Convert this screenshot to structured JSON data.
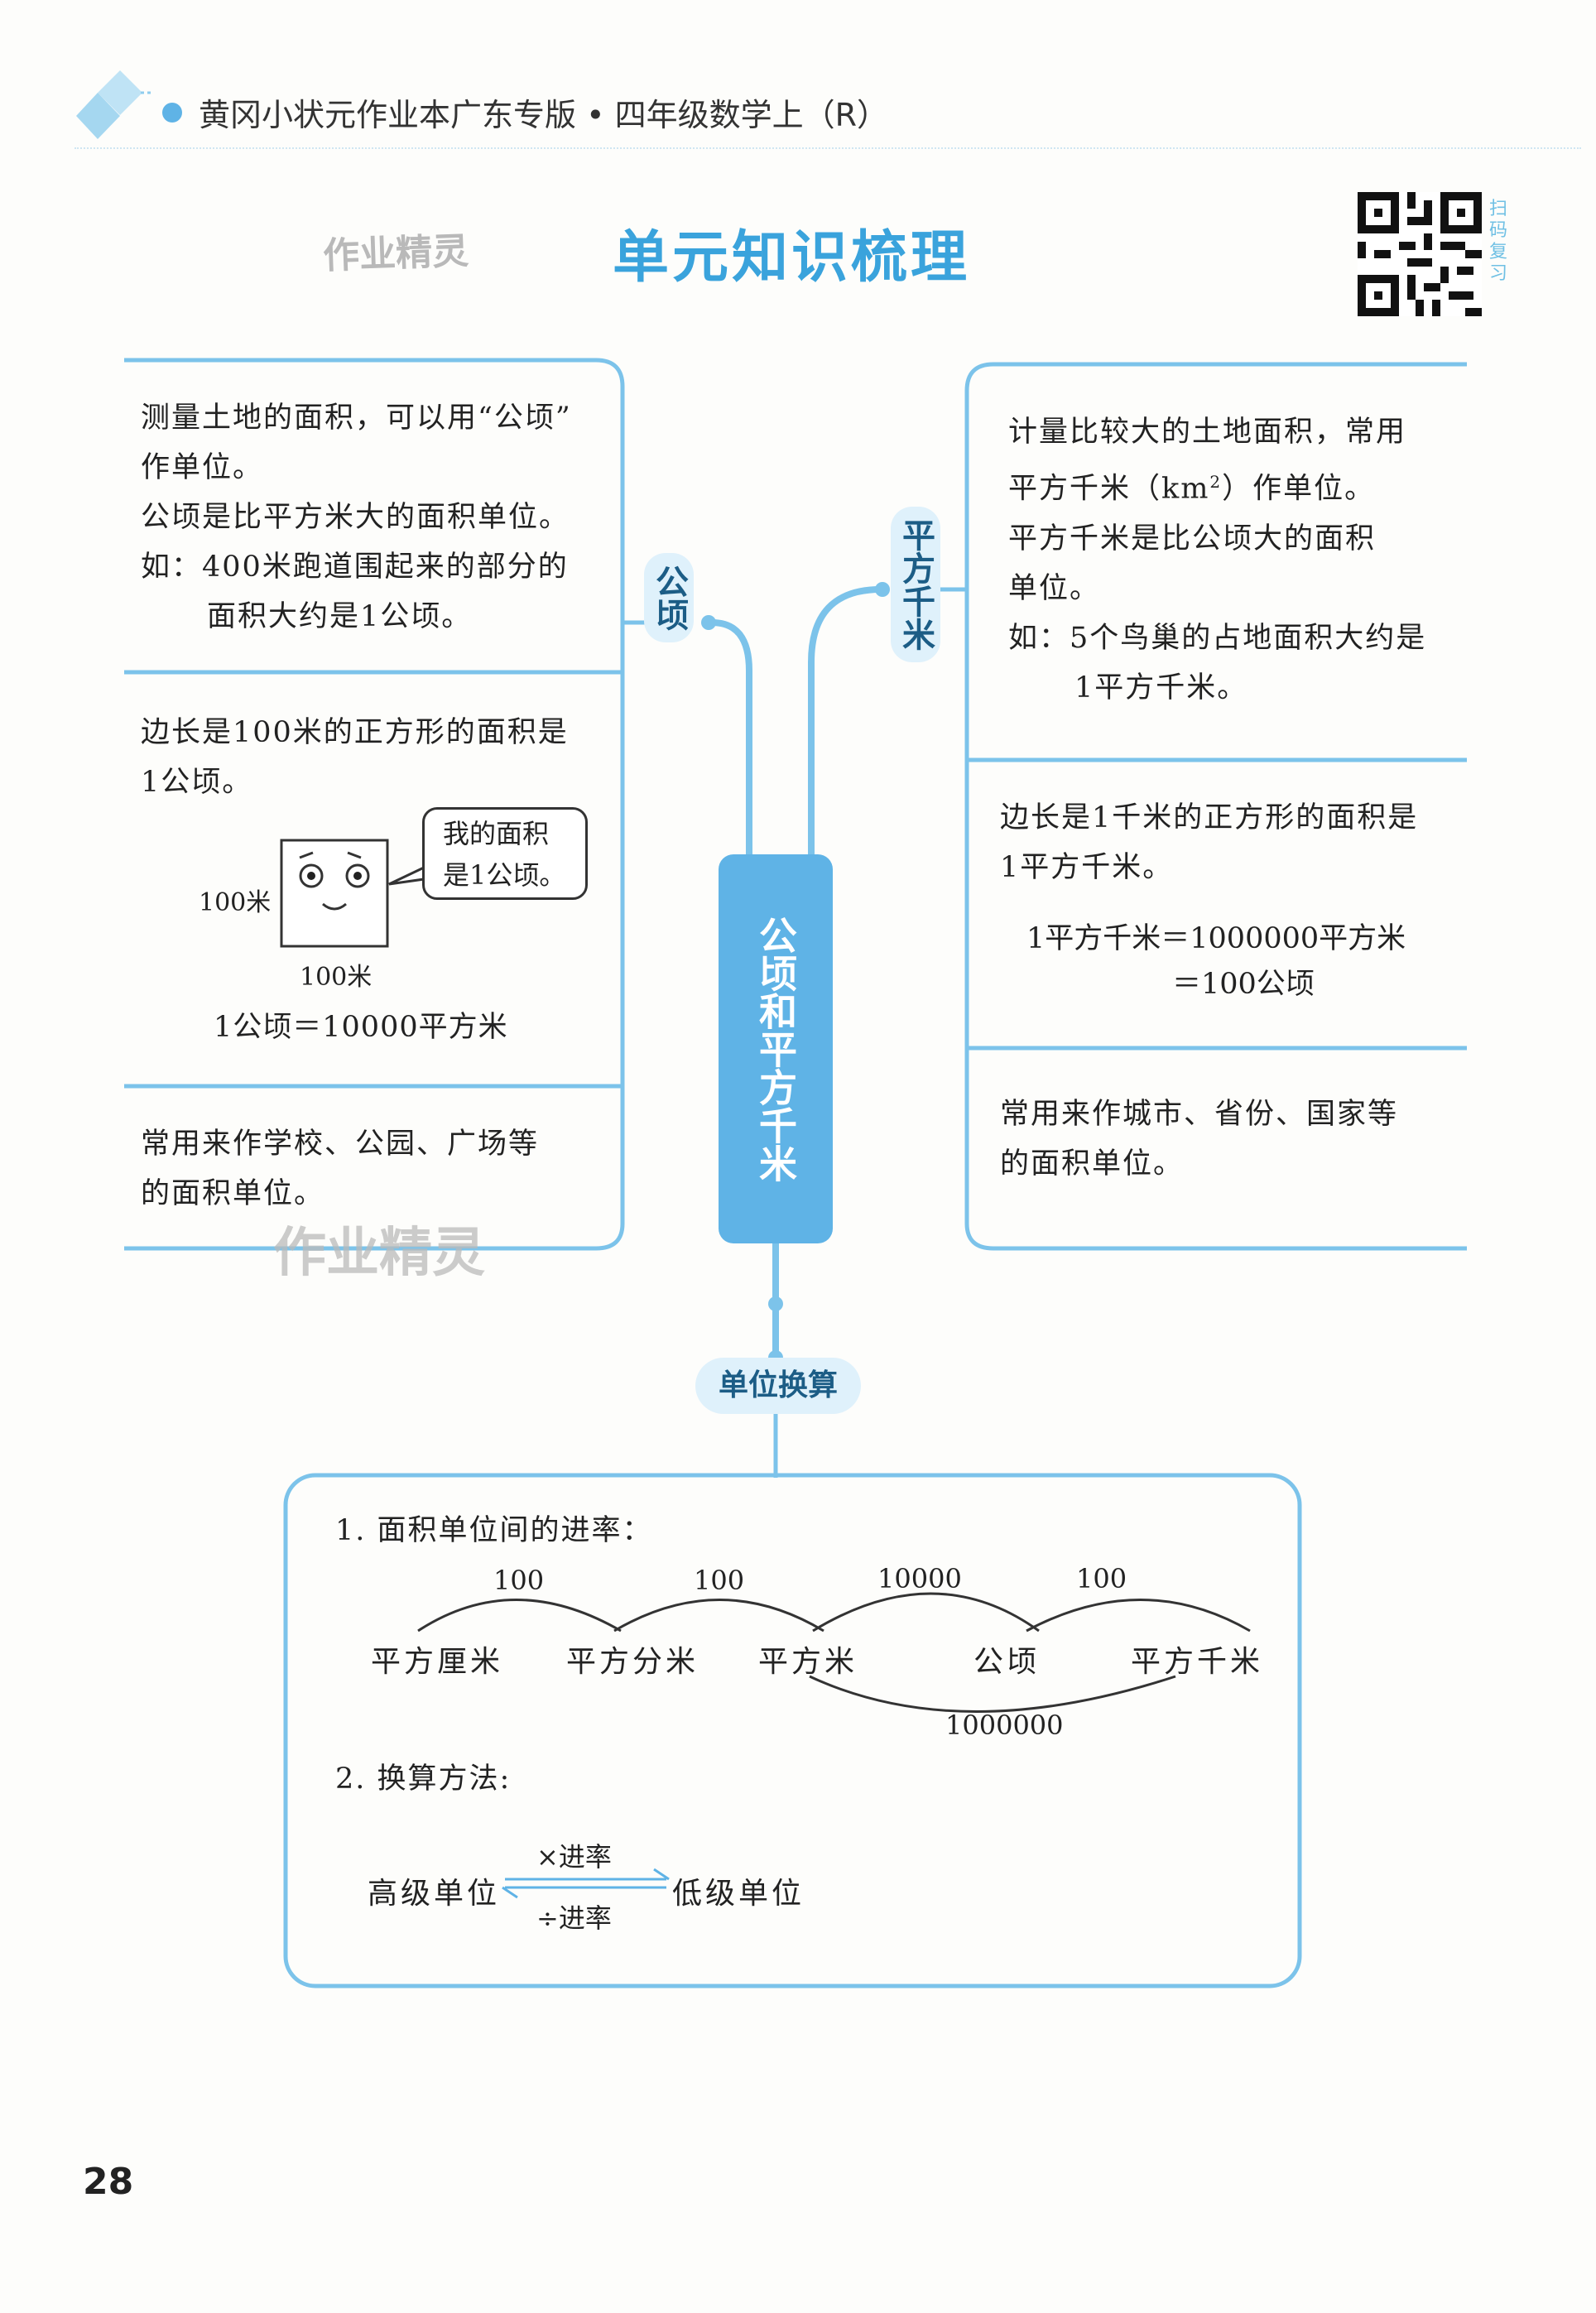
{
  "header": {
    "title": "黄冈小状元作业本广东专版 • 四年级数学上（R）"
  },
  "watermark_top": "作业精灵",
  "section_title": "单元知识梳理",
  "qr": {
    "caption": [
      "扫",
      "码",
      "复",
      "习"
    ]
  },
  "left_branch": {
    "label": "公顷",
    "box1": [
      "测量土地的面积，可以用“公顷”",
      "作单位。",
      "公顷是比平方米大的面积单位。",
      "如：400米跑道围起来的部分的",
      "面积大约是1公顷。"
    ],
    "box2": [
      "边长是100米的正方形的面积是",
      "1公顷。"
    ],
    "square_side_left": "100米",
    "square_side_bottom": "100米",
    "bubble": [
      "我的面积",
      "是1公顷。"
    ],
    "equation": "1公顷＝10000平方米",
    "box3": [
      "常用来作学校、公园、广场等",
      "的面积单位。"
    ]
  },
  "watermark_mid": "作业精灵",
  "center": {
    "label": "公顷和平方千米"
  },
  "right_branch": {
    "label": "平方千米",
    "box1_prefix": "平方千米（km",
    "box1_sup": "2",
    "box1_suffix": "）作单位。",
    "box1": [
      "计量比较大的土地面积，常用",
      "平方千米是比公顷大的面积",
      "单位。",
      "如：5个鸟巢的占地面积大约是",
      "1平方千米。"
    ],
    "box2": [
      "边长是1千米的正方形的面积是",
      "1平方千米。"
    ],
    "eq1": "1平方千米＝1000000平方米",
    "eq2": "＝100公顷",
    "box3": [
      "常用来作城市、省份、国家等",
      "的面积单位。"
    ]
  },
  "conversion": {
    "label": "单位换算",
    "item1_title": "1. 面积单位间的进率：",
    "units": [
      "平方厘米",
      "平方分米",
      "平方米",
      "公顷",
      "平方千米"
    ],
    "rates": [
      "100",
      "100",
      "10000",
      "100"
    ],
    "rate_long": "1000000",
    "item2_title": "2. 换算方法:",
    "high_unit": "高级单位",
    "low_unit": "低级单位",
    "multiply": "×进率",
    "divide": "÷进率"
  },
  "page_number": "28"
}
